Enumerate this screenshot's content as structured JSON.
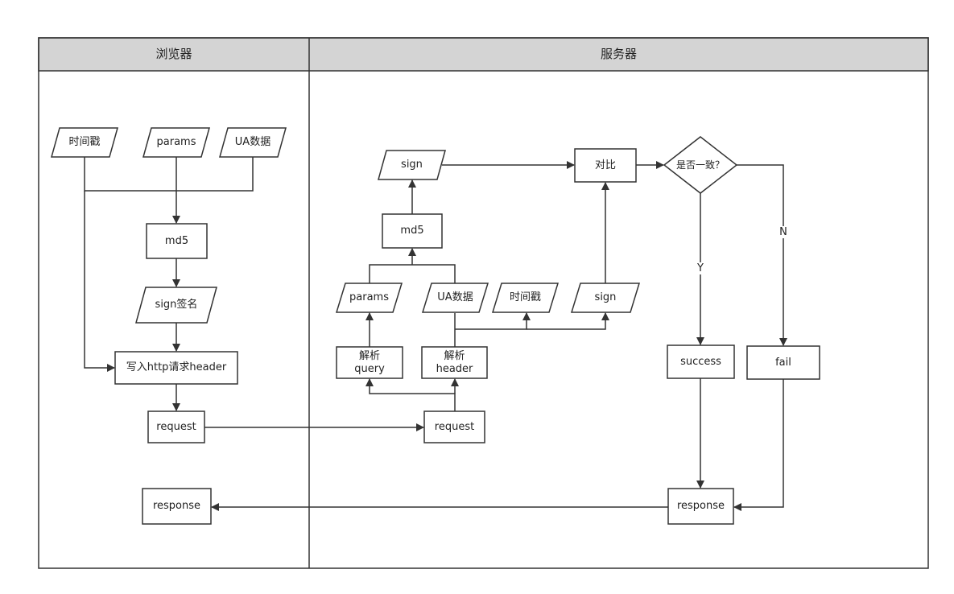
{
  "lanes": {
    "browser": "浏览器",
    "server": "服务器"
  },
  "browser_nodes": {
    "timestamp": "时间戳",
    "params": "params",
    "ua_data": "UA数据",
    "md5": "md5",
    "sign": "sign签名",
    "write_header": "写入http请求header",
    "request": "request",
    "response": "response"
  },
  "server_nodes": {
    "request": "request",
    "parse_query": "解析\nquery",
    "parse_header": "解析\nheader",
    "params": "params",
    "ua_data": "UA数据",
    "timestamp": "时间戳",
    "sign_in": "sign",
    "md5": "md5",
    "sign_out": "sign",
    "compare": "对比",
    "decision": "是否一致？",
    "success": "success",
    "fail": "fail",
    "response": "response"
  },
  "edge_labels": {
    "yes": "Y",
    "no": "N"
  },
  "colors": {
    "stroke": "#333333",
    "header_fill": "#d4d4d4",
    "node_fill": "#ffffff"
  }
}
